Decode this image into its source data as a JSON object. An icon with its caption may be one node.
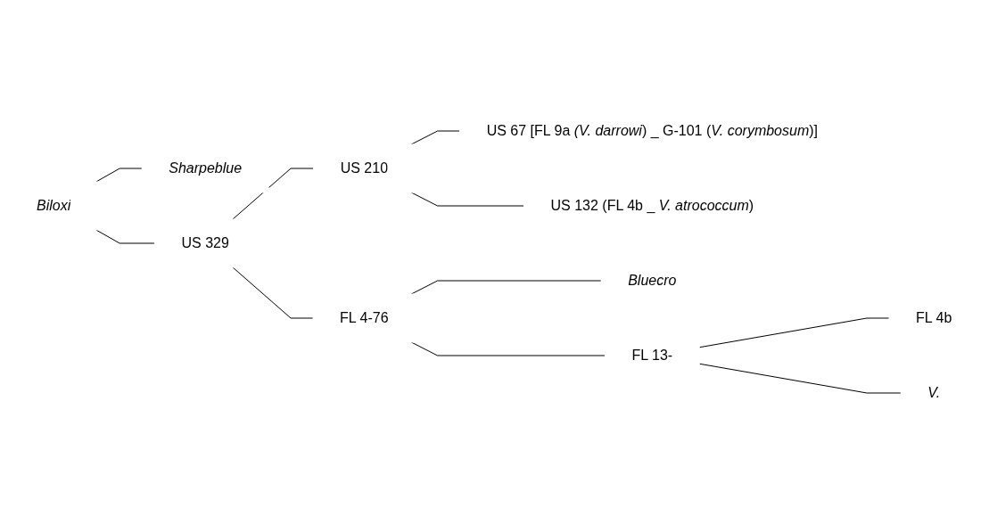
{
  "diagram": {
    "nodes": [
      {
        "text": [
          "Sharpeblue"
        ]
      },
      {
        "text": [
          "Biloxi"
        ]
      },
      {
        "text": [
          "US 67 [FL 9a *(V. darrowi*) _ G-101 (*V. corymbosum*)]"
        ]
      },
      {
        "text": [
          "US 210"
        ]
      },
      {
        "text": [
          "US 132 (FL 4b _ *V. atrococcum*)"
        ]
      },
      {
        "text": [
          "US 329"
        ]
      },
      {
        "text": [
          "Bluecro"
        ]
      },
      {
        "text": [
          "FL 4-76"
        ]
      },
      {
        "text": [
          "FL 4b"
        ]
      },
      {
        "text": [
          "FL 13-"
        ]
      },
      {
        "text": [
          "V."
        ]
      }
    ],
    "edges": [
      {
        "from": 1,
        "to": 0,
        "arrow": "none"
      },
      {
        "from": 1,
        "to": 5,
        "arrow": "none"
      },
      {
        "from": 5,
        "to": 3,
        "arrow": "none"
      },
      {
        "from": 5,
        "to": 7,
        "arrow": "none"
      },
      {
        "from": 3,
        "to": 2,
        "arrow": "none"
      },
      {
        "from": 3,
        "to": 4,
        "arrow": "none"
      },
      {
        "from": 7,
        "to": 6,
        "arrow": "none"
      },
      {
        "from": 7,
        "to": 9,
        "arrow": "none"
      },
      {
        "from": 9,
        "to": 8,
        "arrow": "none"
      },
      {
        "from": 9,
        "to": 10,
        "arrow": "none"
      }
    ]
  }
}
